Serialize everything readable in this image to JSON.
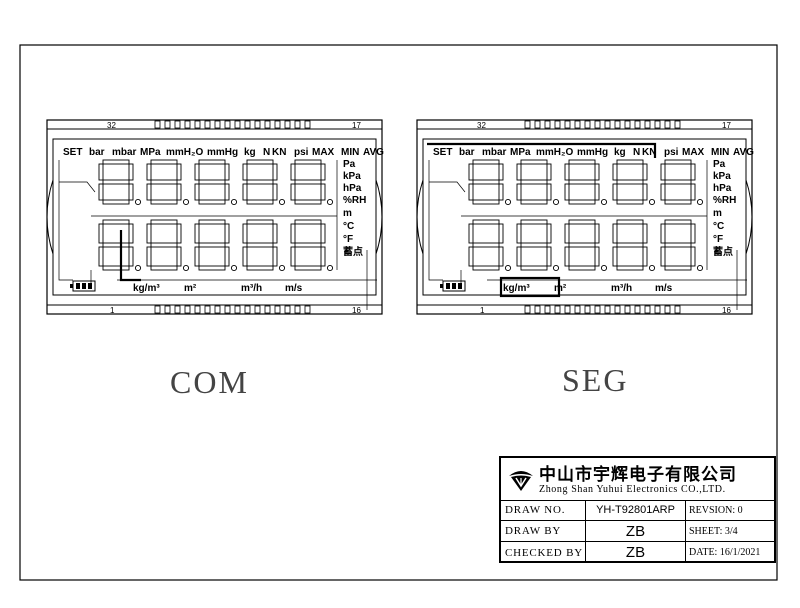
{
  "panels": [
    {
      "caption": "COM",
      "pin_left_top": "32",
      "pin_right_top": "17",
      "pin_left_bottom": "1",
      "pin_right_bottom": "16",
      "top_units": [
        "SET",
        "bar",
        "mbar",
        "MPa",
        "mmH₂O",
        "mmHg",
        "kg",
        "N",
        "KN",
        "psi",
        "MAX",
        "MIN",
        "AVG"
      ],
      "side_units": [
        "Pa",
        "kPa",
        "hPa",
        "%RH"
      ],
      "lower_side_units": [
        "m",
        "°C",
        "°F",
        "蓄点"
      ],
      "bottom_units": [
        "kg/m³",
        "m²",
        "m³/h",
        "m/s"
      ]
    },
    {
      "caption": "SEG",
      "pin_left_top": "32",
      "pin_right_top": "17",
      "pin_left_bottom": "1",
      "pin_right_bottom": "16",
      "top_units": [
        "SET",
        "bar",
        "mbar",
        "MPa",
        "mmH₂O",
        "mmHg",
        "kg",
        "N",
        "KN",
        "psi",
        "MAX",
        "MIN",
        "AVG"
      ],
      "side_units": [
        "Pa",
        "kPa",
        "hPa",
        "%RH"
      ],
      "lower_side_units": [
        "m",
        "°C",
        "°F",
        "蓄点"
      ],
      "bottom_units": [
        "kg/m³",
        "m²",
        "m³/h",
        "m/s"
      ]
    }
  ],
  "title_block": {
    "company_cn": "中山市宇辉电子有限公司",
    "company_en": "Zhong Shan Yuhui Electronics CO.,LTD.",
    "draw_no_label": "DRAW NO.",
    "draw_no": "YH-T92801ARP",
    "revision": "REVSION:  0",
    "draw_by_label": "DRAW BY",
    "draw_by": "ZB",
    "sheet": "SHEET: 3/4",
    "checked_by_label": "CHECKED BY",
    "checked_by": "ZB",
    "date": "DATE: 16/1/2021"
  }
}
